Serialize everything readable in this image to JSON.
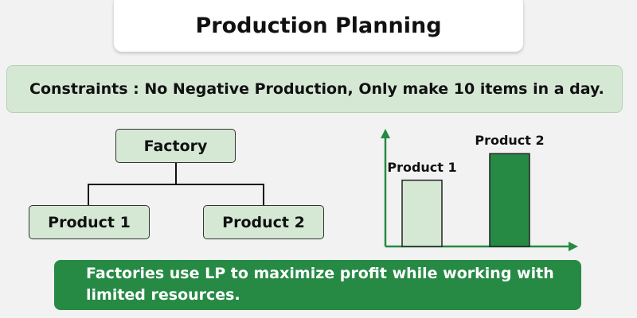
{
  "title": "Production Planning",
  "constraints": "Constraints : No Negative Production, Only make 10 items in a day.",
  "tree": {
    "root": "Factory",
    "children": [
      "Product 1",
      "Product 2"
    ]
  },
  "chart_data": {
    "type": "bar",
    "categories": [
      "Product 1",
      "Product 2"
    ],
    "values": [
      2.5,
      3.5
    ],
    "title": "",
    "xlabel": "",
    "ylabel": "",
    "ylim": [
      0,
      4.5
    ]
  },
  "colors": {
    "light": "#d5e8d4",
    "dark": "#268a45"
  },
  "footer": "Factories use LP to maximize profit while working with limited resources."
}
